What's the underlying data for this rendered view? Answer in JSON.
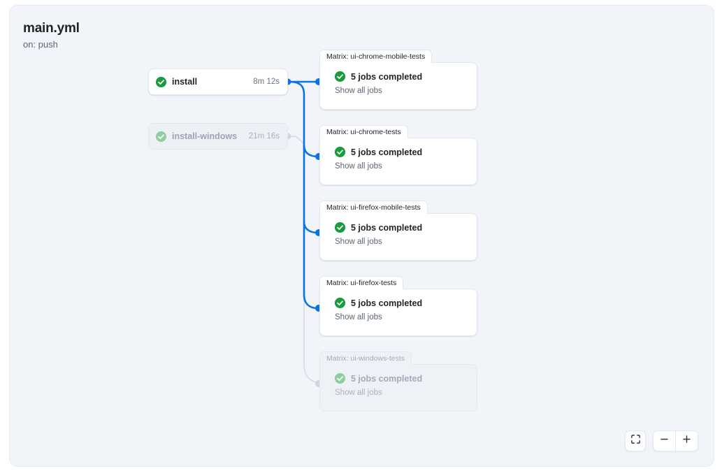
{
  "workflow": {
    "title": "main.yml",
    "trigger": "on: push"
  },
  "nodes": [
    {
      "id": "install",
      "label": "install",
      "duration": "8m 12s",
      "status": "success",
      "state": "active"
    },
    {
      "id": "install-windows",
      "label": "install-windows",
      "duration": "21m 16s",
      "status": "success",
      "state": "dimmed"
    }
  ],
  "matrix_groups": [
    {
      "id": "ui-chrome-mobile-tests",
      "tab_label": "Matrix: ui-chrome-mobile-tests",
      "status_text": "5 jobs completed",
      "link_label": "Show all jobs",
      "status": "success",
      "state": "active"
    },
    {
      "id": "ui-chrome-tests",
      "tab_label": "Matrix: ui-chrome-tests",
      "status_text": "5 jobs completed",
      "link_label": "Show all jobs",
      "status": "success",
      "state": "active"
    },
    {
      "id": "ui-firefox-mobile-tests",
      "tab_label": "Matrix: ui-firefox-mobile-tests",
      "status_text": "5 jobs completed",
      "link_label": "Show all jobs",
      "status": "success",
      "state": "active"
    },
    {
      "id": "ui-firefox-tests",
      "tab_label": "Matrix: ui-firefox-tests",
      "status_text": "5 jobs completed",
      "link_label": "Show all jobs",
      "status": "success",
      "state": "active"
    },
    {
      "id": "ui-windows-tests",
      "tab_label": "Matrix: ui-windows-tests",
      "status_text": "5 jobs completed",
      "link_label": "Show all jobs",
      "status": "success",
      "state": "dimmed"
    }
  ],
  "controls": {
    "fit_view": "fit-view-icon",
    "zoom_out": "minus-icon",
    "zoom_in": "plus-icon"
  },
  "colors": {
    "canvas_background": "#f1f4f8",
    "edge_active": "#0b72e7",
    "edge_dimmed": "#d5dbe3",
    "success_green": "#1a9c3e",
    "success_green_faded": "#8fce9f",
    "card_background": "#ffffff",
    "card_border": "#e3e8ef",
    "text_primary": "#1f2328",
    "text_muted": "#5b6573"
  }
}
